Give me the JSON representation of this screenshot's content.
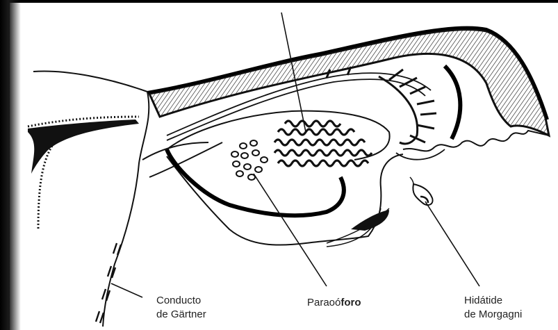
{
  "labels": {
    "conducto_line1": "Conducto",
    "conducto_line2": "de Gärtner",
    "paraoforo_a": "Paraoó",
    "paraoforo_b": "foro",
    "hidatide_line1": "Hidátide",
    "hidatide_line2": "de Morgagni"
  }
}
